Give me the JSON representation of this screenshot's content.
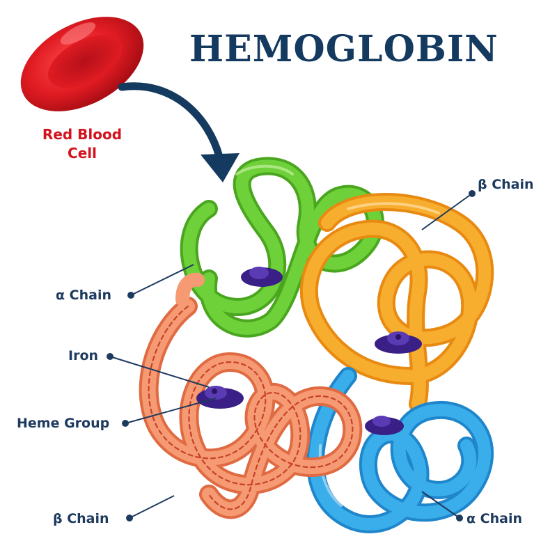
{
  "title": "HEMOGLOBIN",
  "red_blood_cell": {
    "line1": "Red Blood",
    "line2": "Cell"
  },
  "labels": {
    "alpha_chain_left": "α Chain",
    "beta_chain_top": "β Chain",
    "iron": "Iron",
    "heme_group": "Heme Group",
    "beta_chain_bottom": "β Chain",
    "alpha_chain_bottom": "α Chain"
  },
  "colors": {
    "title": "#143a60",
    "label_text": "#1d3a5f",
    "cell": "#e01b22",
    "green_chain": "#5cbf2a",
    "orange_chain": "#f5a21c",
    "salmon_chain": "#f0845a",
    "blue_chain": "#2c9ee0",
    "heme": "#4b2d9e"
  }
}
